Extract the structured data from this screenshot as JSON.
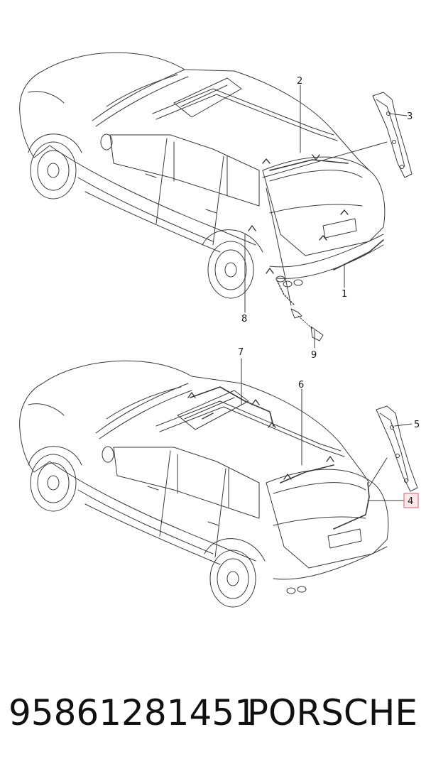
{
  "callouts": {
    "c1": "1",
    "c2": "2",
    "c3": "3",
    "c4": "4",
    "c5": "5",
    "c6": "6",
    "c7": "7",
    "c8": "8",
    "c9": "9"
  },
  "footer": {
    "part_number": "95861281451",
    "brand": "PORSCHE"
  },
  "colors": {
    "line": "#3a3a3a",
    "highlight_border": "#e05a6a",
    "highlight_fill": "#fde8ea"
  }
}
